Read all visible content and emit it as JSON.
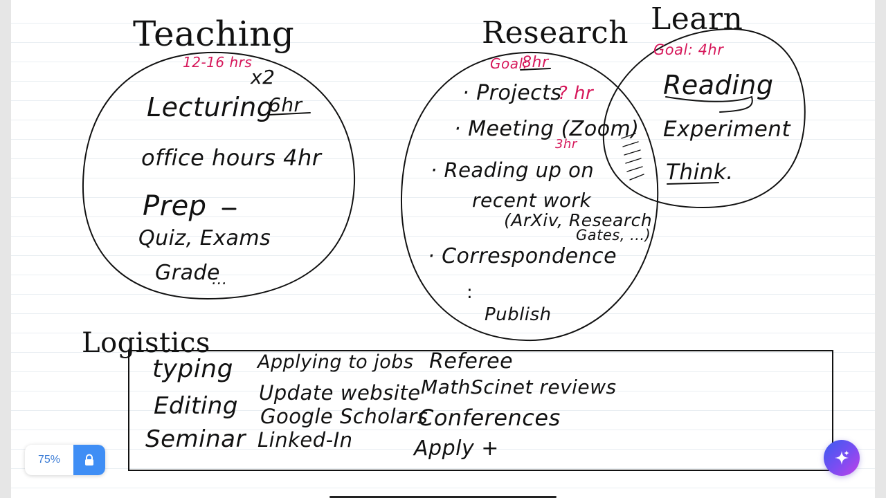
{
  "canvas": {
    "teaching": {
      "title": "Teaching",
      "goal": "12-16 hrs",
      "multiplier": "x2",
      "items": [
        "Lecturing",
        "office hours 4hr",
        "Prep",
        "Quiz, Exams",
        "Grade"
      ],
      "lecturing_hours": "6hr",
      "ellipsis": "..."
    },
    "research": {
      "title": "Research",
      "goal_label": "Goal:",
      "goal_value": "8hr",
      "items": [
        {
          "bullet": "·",
          "text": "Projects",
          "note": "? hr"
        },
        {
          "bullet": "·",
          "text": "Meeting (Zoom)",
          "note": "3hr"
        },
        {
          "bullet": "·",
          "text": "Reading up on"
        },
        {
          "text": "recent work"
        },
        {
          "text": "(ArXiv, Research"
        },
        {
          "text": "Gates, ...)"
        },
        {
          "bullet": "·",
          "text": "Correspondence"
        }
      ],
      "vellipsis": ":",
      "last": "Publish"
    },
    "learn": {
      "title": "Learn",
      "goal": "Goal: 4hr",
      "items": [
        "Reading",
        "Experiment",
        "Think."
      ]
    },
    "logistics": {
      "title": "Logistics",
      "col1": [
        "typing",
        "Editing",
        "Seminar"
      ],
      "col2": [
        "Applying to jobs",
        "Update website",
        "Google Scholars",
        "Linked-In"
      ],
      "col3": [
        "Referee",
        "MathScinet reviews",
        "Conferences",
        "Apply +"
      ]
    }
  },
  "toolbar": {
    "zoom": "75%",
    "lock_icon": "lock-icon",
    "ai_icon": "sparkle-icon"
  },
  "colors": {
    "ink": "#111111",
    "goal_ink": "#d6175a",
    "accent": "#3f8ef5"
  }
}
